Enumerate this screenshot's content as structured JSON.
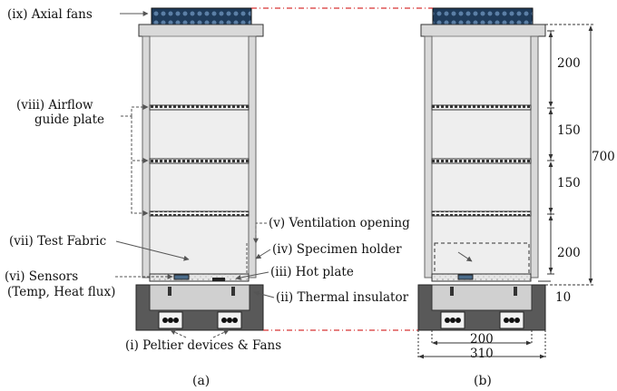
{
  "labels": {
    "axial_fans": "(ix) Axial fans",
    "airflow_line1": "(viii) Airflow",
    "airflow_line2": "guide plate",
    "test_fabric": "(vii) Test Fabric",
    "sensors_line1": "(vi) Sensors",
    "sensors_line2": "(Temp, Heat flux)",
    "ventilation": "(v) Ventilation opening",
    "specimen_holder": "(iv) Specimen holder",
    "hot_plate": "(iii) Hot plate",
    "thermal_insulator": "(ii) Thermal insulator",
    "peltier": "(i) Peltier devices & Fans"
  },
  "dimensions": {
    "seg_top": "200",
    "seg_2": "150",
    "seg_3": "150",
    "seg_bottom": "200",
    "total_height": "700",
    "base_height": "10",
    "inner_width": "200",
    "outer_width": "310"
  },
  "captions": {
    "a": "(a)",
    "b": "(b)"
  },
  "colors": {
    "chamber_fill": "#eeeeee",
    "frame_fill": "#d9d9d9",
    "fan_fill": "#1f3b5a",
    "base_dark": "#595959",
    "base_light": "#d0d0d0",
    "guide_line": "#7f7f7f",
    "axis_line": "#cc0000"
  }
}
